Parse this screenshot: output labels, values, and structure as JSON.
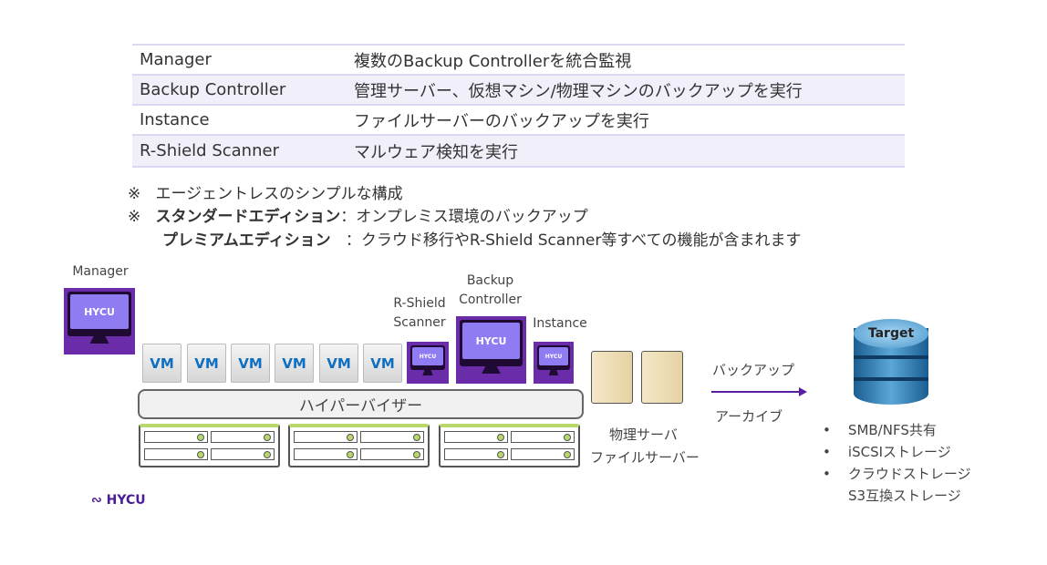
{
  "table": [
    {
      "component": "Manager",
      "description": "複数のBackup Controllerを統合監視"
    },
    {
      "component": "Backup Controller",
      "description": "管理サーバー、仮想マシン/物理マシンのバックアップを実行"
    },
    {
      "component": "Instance",
      "description": "ファイルサーバーのバックアップを実行"
    },
    {
      "component": "R-Shield Scanner",
      "description": "マルウェア検知を実行"
    }
  ],
  "notes": {
    "mark": "※",
    "note1": "エージェントレスのシンプルな構成",
    "standard_label": "スタンダードエディション",
    "standard_desc": "：オンプレミス環境のバックアップ",
    "premium_label": "プレミアムエディション",
    "premium_desc": "：クラウド移行やR-Shield Scanner等すべての機能が含まれます"
  },
  "diagram": {
    "manager": "Manager",
    "rshield": "R-Shield Scanner",
    "backup_controller": "Backup Controller",
    "instance": "Instance",
    "hycu": "HYCU",
    "vm": "VM",
    "hypervisor": "ハイパーバイザー",
    "physical_server": "物理サーバ",
    "file_server": "ファイルサーバー",
    "backup": "バックアップ",
    "archive": "アーカイブ",
    "target": "Target",
    "targets": [
      "SMB/NFS共有",
      "iSCSIストレージ",
      "クラウドストレージ"
    ],
    "targets_sub": "S3互換ストレージ"
  },
  "logo": "HYCU",
  "colors": {
    "purple": "#6a2ca8",
    "screen": "#8f7cf3",
    "vm_text": "#0f6fc0",
    "accent_green": "#b6d96a"
  }
}
